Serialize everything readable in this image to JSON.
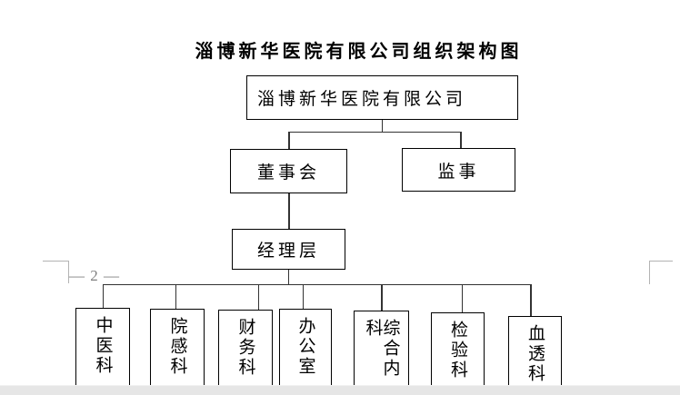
{
  "page": {
    "title": "淄博新华医院有限公司组织架构图",
    "page_number": "— 2 —"
  },
  "org_chart": {
    "root": "淄博新华医院有限公司",
    "level2": [
      "董事会",
      "监事"
    ],
    "level3": "经理层",
    "departments": [
      "中医科",
      "院感科",
      "财务科",
      "办公室",
      "综合内科",
      "检验科",
      "血透科"
    ]
  },
  "colors": {
    "connector_line": "#333333",
    "box_border": "#000000",
    "crop_mark": "#b3b3b3",
    "page_number_text": "#808080",
    "scrollbar_track": "#e6e6e6",
    "page_background": "#ffffff"
  }
}
